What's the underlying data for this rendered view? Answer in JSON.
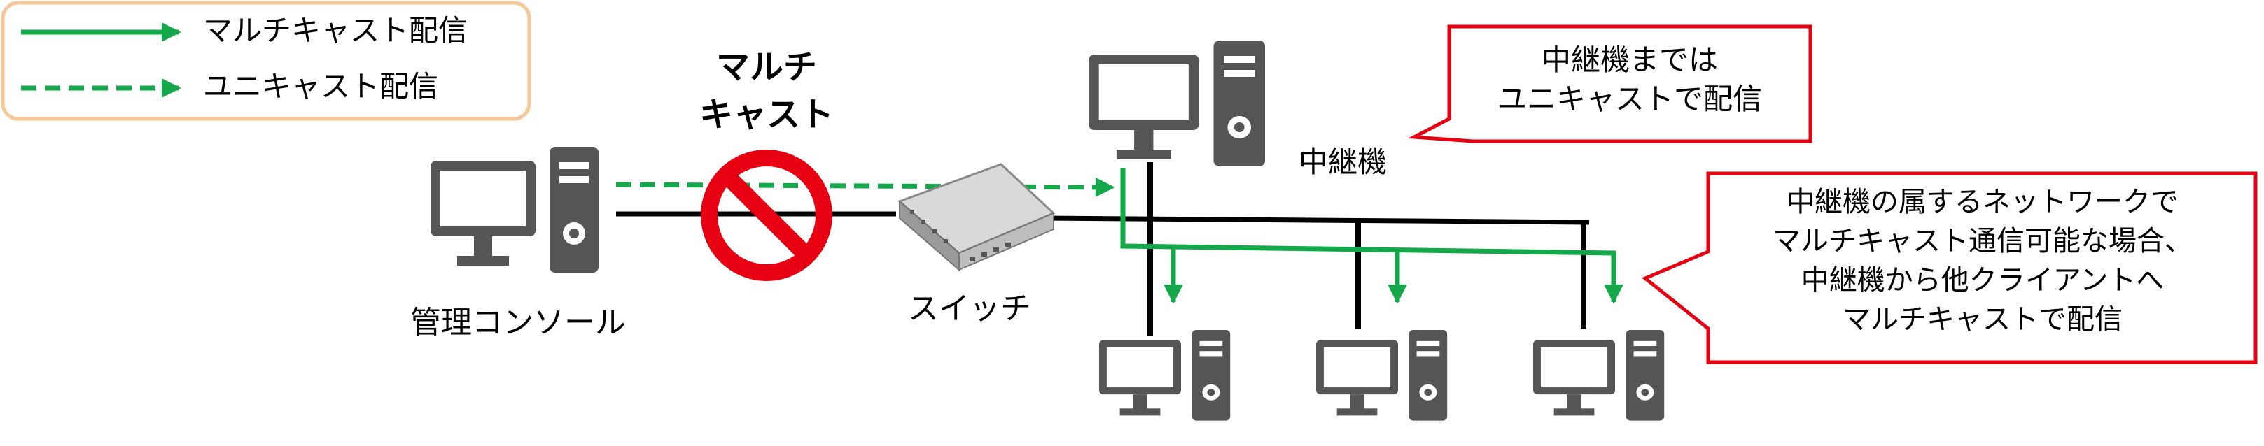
{
  "legend": {
    "multicast_label": "マルチキャスト配信",
    "unicast_label": "ユニキャスト配信"
  },
  "blocked_label": {
    "line1": "マルチ",
    "line2": "キャスト"
  },
  "nodes": {
    "manager_label": "管理コンソール",
    "switch_label": "スイッチ",
    "relay_label": "中継機"
  },
  "callouts": {
    "relay_note": [
      "中継機までは",
      "ユニキャストで配信"
    ],
    "network_note": [
      "中継機の属するネットワークで",
      "マルチキャスト通信可能な場合、",
      "中継機から他クライアントへ",
      "マルチキャストで配信"
    ]
  },
  "colors": {
    "green": "#14a84a",
    "red": "#e60012",
    "device": "#555555",
    "legend_border": "#f5c89a"
  }
}
